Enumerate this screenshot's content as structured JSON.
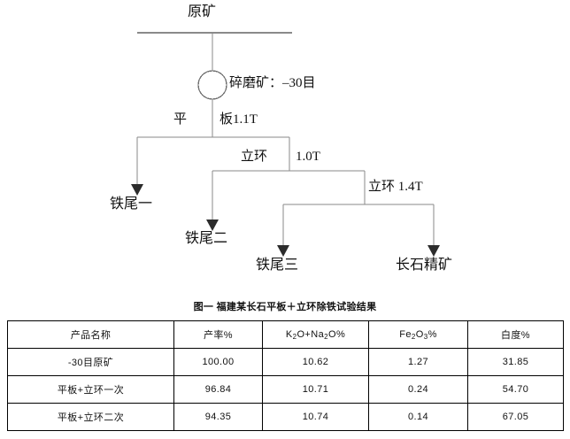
{
  "flowchart": {
    "feed_label": "原矿",
    "grind_label": "碎磨矿：–30目",
    "stage1_left": "平",
    "stage1_right": "板1.1T",
    "stage2_left": "立环",
    "stage2_right": "1.0T",
    "stage3_label": "立环 1.4T",
    "product_tail1": "铁尾一",
    "product_tail2": "铁尾二",
    "product_tail3": "铁尾三",
    "product_concentrate": "长石精矿"
  },
  "caption": "图一 福建某长石平板＋立环除铁试验结果",
  "table": {
    "headers": {
      "name": "产品名称",
      "yield": "产率%",
      "alkali_prefix": "K",
      "alkali_sub1": "2",
      "alkali_mid": "O+Na",
      "alkali_sub2": "2",
      "alkali_suffix": "O%",
      "fe_prefix": "Fe",
      "fe_sub1": "2",
      "fe_mid": "O",
      "fe_sub2": "3",
      "fe_suffix": "%",
      "whiteness": "白度%"
    },
    "rows": [
      {
        "name": "-30目原矿",
        "yield": "100.00",
        "alkali": "10.62",
        "fe": "1.27",
        "whiteness": "31.85"
      },
      {
        "name": "平板+立环一次",
        "yield": "96.84",
        "alkali": "10.71",
        "fe": "0.24",
        "whiteness": "54.70"
      },
      {
        "name": "平板+立环二次",
        "yield": "94.35",
        "alkali": "10.74",
        "fe": "0.14",
        "whiteness": "67.05"
      }
    ]
  },
  "colors": {
    "line": "#8a8a8a",
    "text": "#111111",
    "border": "#000000",
    "background": "#ffffff"
  }
}
